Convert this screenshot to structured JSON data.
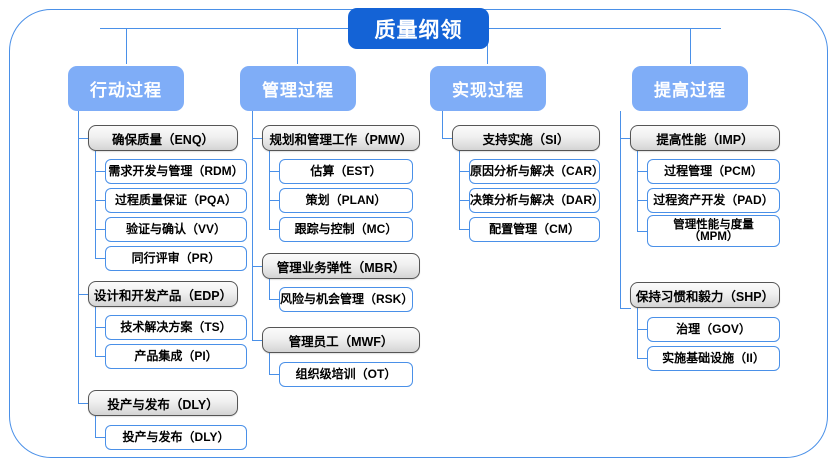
{
  "root": {
    "label": "质量纲领"
  },
  "columns": [
    {
      "header": "行动过程",
      "groups": [
        {
          "label": "确保质量（ENQ）",
          "children": [
            "需求开发与管理（RDM）",
            "过程质量保证（PQA）",
            "验证与确认（VV）",
            "同行评审（PR）"
          ]
        },
        {
          "label": "设计和开发产品（EDP）",
          "children": [
            "技术解决方案（TS）",
            "产品集成（PI）"
          ]
        },
        {
          "label": "投产与发布（DLY）",
          "children": [
            "投产与发布（DLY）"
          ]
        }
      ]
    },
    {
      "header": "管理过程",
      "groups": [
        {
          "label": "规划和管理工作（PMW）",
          "children": [
            "估算（EST）",
            "策划（PLAN）",
            "跟踪与控制（MC）"
          ]
        },
        {
          "label": "管理业务弹性（MBR）",
          "children": [
            "风险与机会管理（RSK）"
          ]
        },
        {
          "label": "管理员工（MWF）",
          "children": [
            "组织级培训（OT）"
          ]
        }
      ]
    },
    {
      "header": "实现过程",
      "groups": [
        {
          "label": "支持实施（SI）",
          "children": [
            "原因分析与解决（CAR）",
            "决策分析与解决（DAR）",
            "配置管理（CM）"
          ]
        }
      ]
    },
    {
      "header": "提高过程",
      "groups": [
        {
          "label": "提高性能（IMP）",
          "children": [
            "过程管理（PCM）",
            "过程资产开发（PAD）",
            "管理性能与度量\n（MPM）"
          ]
        },
        {
          "label": "保持习惯和毅力（SHP）",
          "children": [
            "治理（GOV）",
            "实施基础设施（II）"
          ]
        }
      ]
    }
  ],
  "colors": {
    "root_fill": "#1463d6",
    "header_fill": "#7fadf7",
    "connector": "#4a90e8",
    "group_border": "#555555",
    "leaf_border": "#4a90e8",
    "frame_border": "#4a90e8"
  }
}
